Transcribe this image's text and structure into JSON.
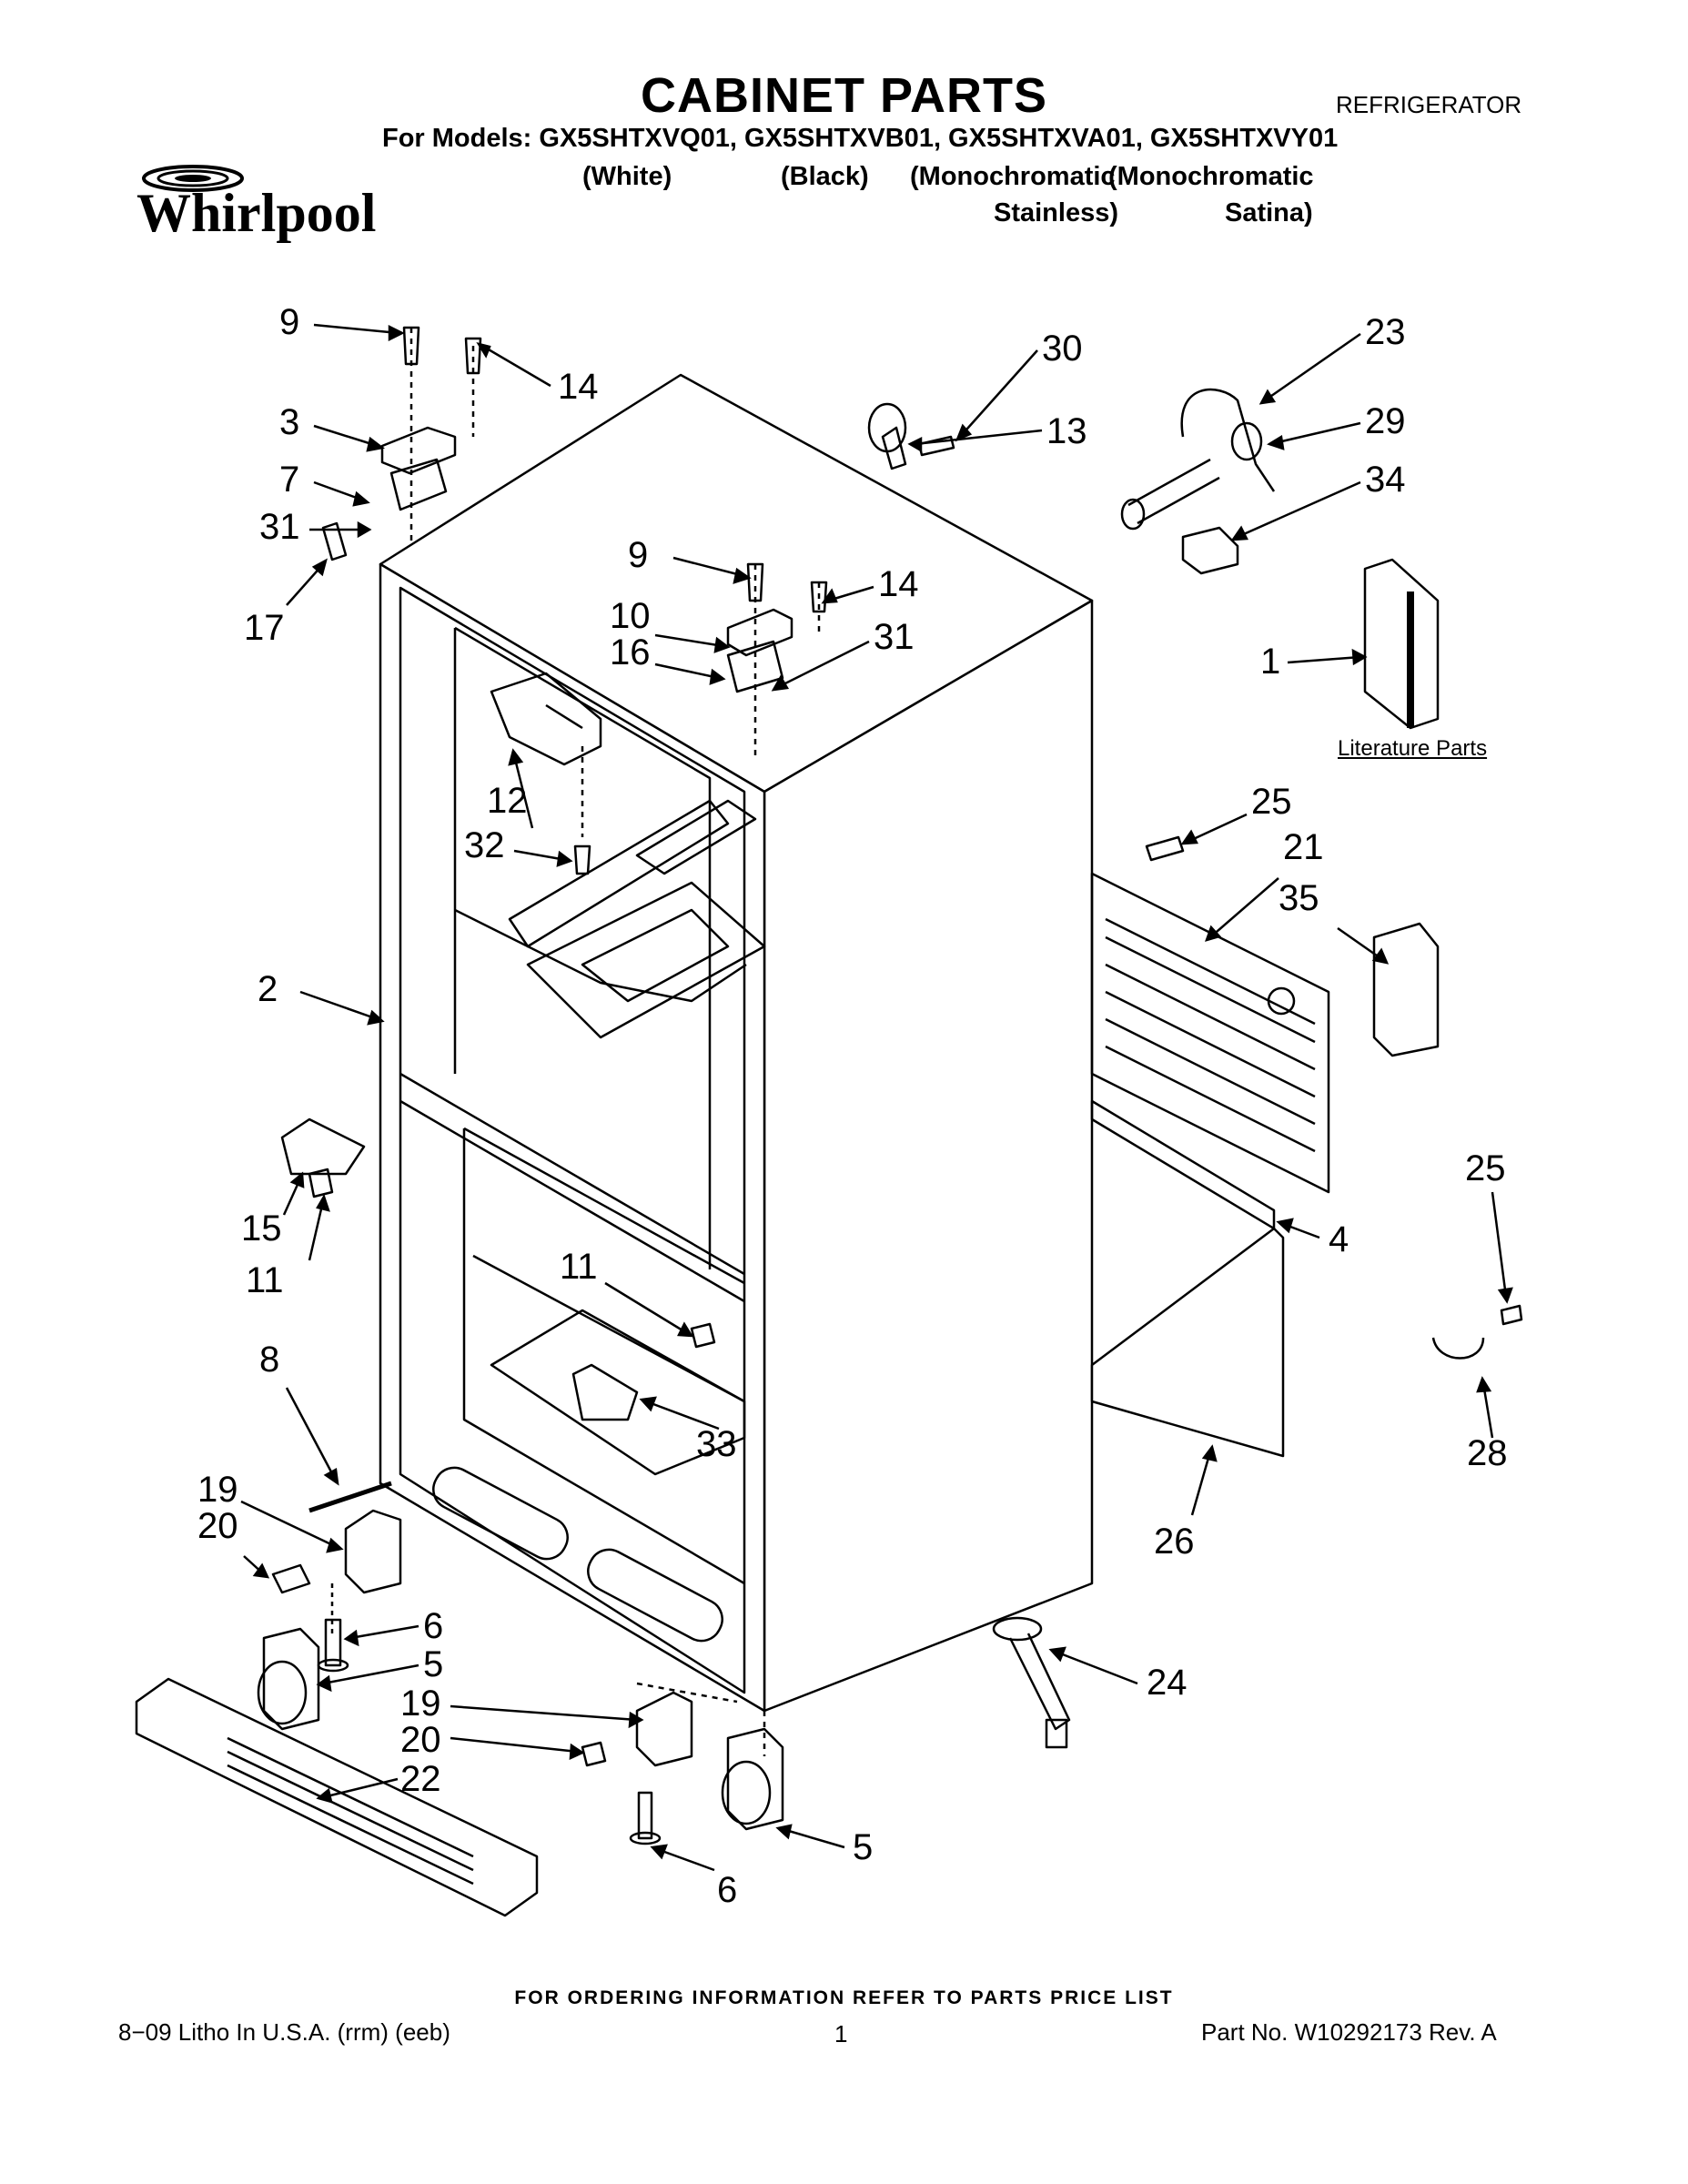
{
  "header": {
    "title": "CABINET PARTS",
    "appliance": "REFRIGERATOR",
    "models_line": "For Models: GX5SHTXVQ01, GX5SHTXVB01, GX5SHTXVA01, GX5SHTXVY01",
    "variants": [
      "(White)",
      "(Black)",
      "(Monochromatic",
      "(Monochromatic"
    ],
    "variants_line2": [
      "Stainless)",
      "Satina)"
    ],
    "brand": "Whirlpool"
  },
  "literature_label": "Literature Parts",
  "callouts": {
    "c9a": "9",
    "c14a": "14",
    "c3": "3",
    "c7": "7",
    "c31a": "31",
    "c17": "17",
    "c30": "30",
    "c13": "13",
    "c23": "23",
    "c29": "29",
    "c34": "34",
    "c9b": "9",
    "c14b": "14",
    "c10": "10",
    "c16": "16",
    "c31b": "31",
    "c1": "1",
    "c12": "12",
    "c32": "32",
    "c25a": "25",
    "c21": "21",
    "c35": "35",
    "c2": "2",
    "c15": "15",
    "c11a": "11",
    "c11b": "11",
    "c4": "4",
    "c25b": "25",
    "c8": "8",
    "c33": "33",
    "c28": "28",
    "c19a": "19",
    "c20a": "20",
    "c26": "26",
    "c6a": "6",
    "c5a": "5",
    "c19b": "19",
    "c20b": "20",
    "c24": "24",
    "c22": "22",
    "c5b": "5",
    "c6b": "6"
  },
  "footer": {
    "ordering": "FOR ORDERING INFORMATION REFER TO PARTS PRICE LIST",
    "litho": "8−09 Litho In U.S.A. (rrm) (eeb)",
    "page": "1",
    "part_no": "Part No. W10292173 Rev. A"
  }
}
